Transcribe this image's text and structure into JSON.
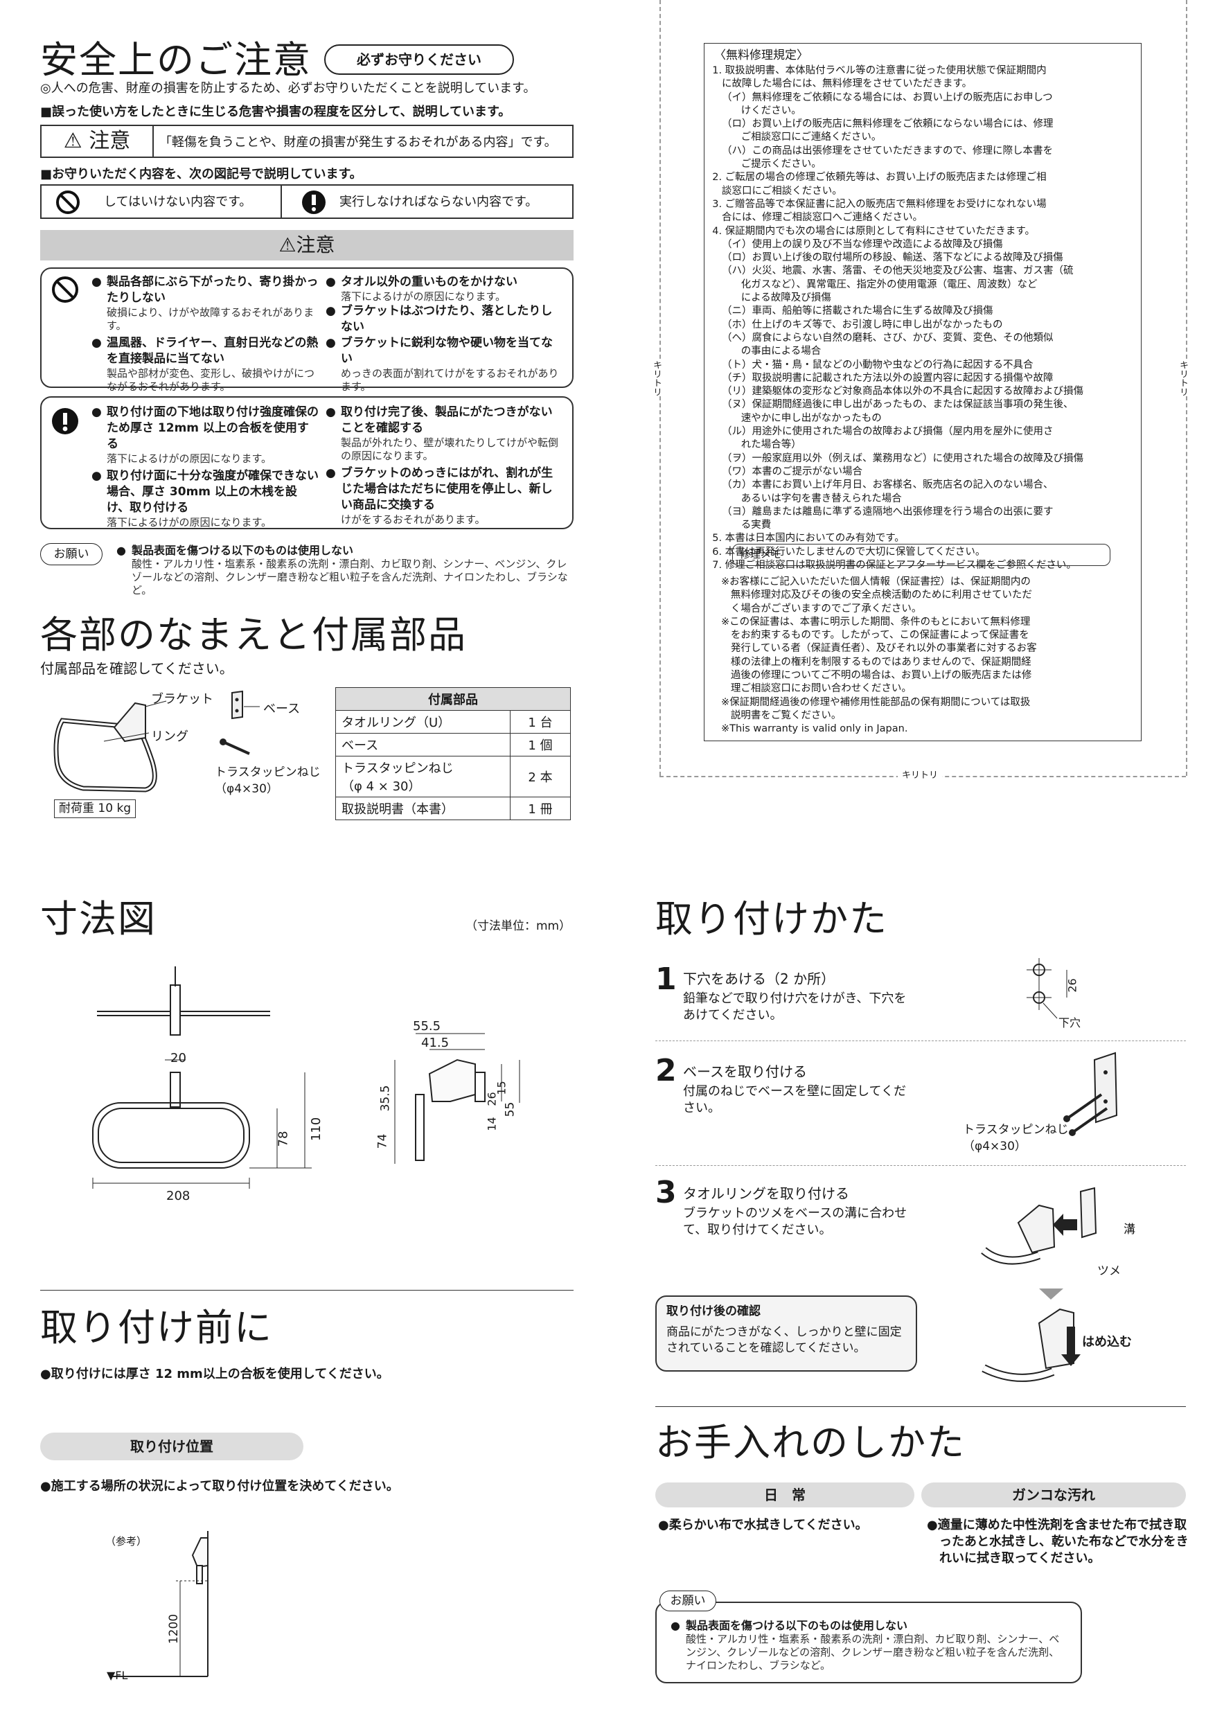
{
  "safety": {
    "title": "安全上のご注意",
    "must_pill": "必ずお守りください",
    "intro1": "◎人への危害、財産の損害を防止するため、必ずお守りいただくことを説明しています。",
    "intro2": "■誤った使い方をしたときに生じる危害や損害の程度を区分して、説明しています。",
    "caution_label": "注意",
    "caution_desc": "「軽傷を負うことや、財産の損害が発生するおそれがある内容」です。",
    "legend_title": "■お守りいただく内容を、次の図記号で説明しています。",
    "legend_prohibit": "してはいけない内容です。",
    "legend_must": "実行しなければならない内容です。",
    "bar_label": "注意",
    "prohibit_items_left": [
      {
        "head": "製品各部にぶら下がったり、寄り掛かったりしない",
        "sub": "破損により、けがや故障するおそれがあります。"
      },
      {
        "head": "温風器、ドライヤー、直射日光などの熱を直接製品に当てない",
        "sub": "製品や部材が変色、変形し、破損やけがにつながるおそれがあります。"
      }
    ],
    "prohibit_items_right": [
      {
        "head": "タオル以外の重いものをかけない",
        "sub": "落下によるけがの原因になります。"
      },
      {
        "head": "ブラケットはぶつけたり、落としたりしない",
        "sub": ""
      },
      {
        "head": "ブラケットに鋭利な物や硬い物を当てない",
        "sub": "めっきの表面が割れてけがをするおそれがあります。"
      }
    ],
    "must_items_left": [
      {
        "head": "取り付け面の下地は取り付け強度確保のため厚さ 12mm 以上の合板を使用する",
        "sub": "落下によるけがの原因になります。"
      },
      {
        "head": "取り付け面に十分な強度が確保できない場合、厚さ 30mm 以上の木桟を設け、取り付ける",
        "sub": "落下によるけがの原因になります。"
      }
    ],
    "must_items_right": [
      {
        "head": "取り付け完了後、製品にがたつきがないことを確認する",
        "sub": "製品が外れたり、壁が壊れたりしてけがや転倒の原因になります。"
      },
      {
        "head": "ブラケットのめっきにはがれ、割れが生じた場合はただちに使用を停止し、新しい商品に交換する",
        "sub": "けがをするおそれがあります。"
      }
    ],
    "onegai_label": "お願い",
    "onegai_head": "製品表面を傷つける以下のものは使用しない",
    "onegai_sub": "酸性・アルカリ性・塩素系・酸素系の洗剤・漂白剤、カビ取り剤、シンナー、ベンジン、クレゾールなどの溶剤、クレンザー磨き粉など粗い粒子を含んだ洗剤、ナイロンたわし、ブラシなど。"
  },
  "parts": {
    "title": "各部のなまえと付属部品",
    "subtitle": "付属部品を確認してください。",
    "label_bracket": "ブラケット",
    "label_ring": "リング",
    "label_base": "ベース",
    "label_screw": "トラスタッピンねじ",
    "label_screw_size": "（φ4×30）",
    "load": "耐荷重 10 kg",
    "table_header": "付属部品",
    "rows": [
      {
        "name": "タオルリング（U）",
        "qty": "1 台"
      },
      {
        "name": "ベース",
        "qty": "1 個"
      },
      {
        "name": "トラスタッピンねじ",
        "name2": "（φ 4 × 30）",
        "qty": "2 本"
      },
      {
        "name": "取扱説明書（本書）",
        "qty": "1 冊"
      }
    ]
  },
  "warranty": {
    "cut_label": "キリトリ",
    "title": "〈無料修理規定〉",
    "lines": [
      "  1. 取扱説明書、本体貼付ラベル等の注意書に従った使用状態で保証期間内",
      "     に故障した場合には、無料修理をさせていただきます。",
      "     （イ）無料修理をご依頼になる場合には、お買い上げの販売店にお申しつ",
      "           けください。",
      "     （ロ）お買い上げの販売店に無料修理をご依頼にならない場合には、修理",
      "           ご相談窓口にご連絡ください。",
      "     （ハ）この商品は出張修理をさせていただきますので、修理に際し本書を",
      "           ご提示ください。",
      "  2. ご転居の場合の修理ご依頼先等は、お買い上げの販売店または修理ご相",
      "     談窓口にご相談ください。",
      "  3. ご贈答品等で本保証書に記入の販売店で無料修理をお受けになれない場",
      "     合には、修理ご相談窓口へご連絡ください。",
      "  4. 保証期間内でも次の場合には原則として有料にさせていただきます。",
      "     （イ）使用上の誤り及び不当な修理や改造による故障及び損傷",
      "     （ロ）お買い上げ後の取付場所の移設、輸送、落下などによる故障及び損傷",
      "     （ハ）火災、地震、水害、落雷、その他天災地変及び公害、塩害、ガス害（硫",
      "           化ガスなど）、異常電圧、指定外の使用電源（電圧、周波数）など",
      "           による故障及び損傷",
      "     （ニ）車両、船舶等に搭載された場合に生ずる故障及び損傷",
      "     （ホ）仕上げのキズ等で、お引渡し時に申し出がなかったもの",
      "     （ヘ）腐食によらない自然の磨耗、さび、かび、変質、変色、その他類似",
      "           の事由による場合",
      "     （ト）犬・猫・鳥・鼠などの小動物や虫などの行為に起因する不具合",
      "     （チ）取扱説明書に記載された方法以外の設置内容に起因する損傷や故障",
      "     （リ）建築躯体の変形など対象商品本体以外の不具合に起因する故障および損傷",
      "     （ヌ）保証期間経過後に申し出があったもの、または保証該当事項の発生後、",
      "           速やかに申し出がなかったもの",
      "     （ル）用途外に使用された場合の故障および損傷（屋内用を屋外に使用さ",
      "           れた場合等）",
      "     （ヲ）一般家庭用以外（例えば、業務用など）に使用された場合の故障及び損傷",
      "     （ワ）本書のご提示がない場合",
      "     （カ）本書にお買い上げ年月日、お客様名、販売店名の記入のない場合、",
      "           あるいは字句を書き替えられた場合",
      "     （ヨ）離島または離島に準ずる遠隔地へ出張修理を行う場合の出張に要す",
      "           る実費",
      "  5. 本書は日本国内においてのみ有効です。",
      "  6. 本書は再発行いたしませんので大切に保管してください。",
      "  7. 修理ご相談窓口は取扱説明書の保証とアフターサービス欄をご参照ください。"
    ],
    "memo_label": "修理メモ",
    "notes": [
      "※お客様にご記入いただいた個人情報（保証書控）は、保証期間内の",
      "   無料修理対応及びその後の安全点検活動のために利用させていただ",
      "   く場合がございますのでご了承ください。",
      "※この保証書は、本書に明示した期間、条件のもとにおいて無料修理",
      "   をお約束するものです。したがって、この保証書によって保証書を",
      "   発行している者（保証責任者）、及びそれ以外の事業者に対するお客",
      "   様の法律上の権利を制限するものではありませんので、保証期間経",
      "   過後の修理についてご不明の場合は、お買い上げの販売店または修",
      "   理ご相談窓口にお問い合わせください。",
      "※保証期間経過後の修理や補修用性能部品の保有期間については取扱",
      "   説明書をご覧ください。",
      "※This warranty is valid only in Japan."
    ]
  },
  "dimensions": {
    "title": "寸法図",
    "unit": "（寸法単位：mm）",
    "d20": "20",
    "d78": "78",
    "d110": "110",
    "d208": "208",
    "d55_5": "55.5",
    "d41_5": "41.5",
    "d35_5": "35.5",
    "d74": "74",
    "d14": "14",
    "d26": "26",
    "d15": "15",
    "d55": "55"
  },
  "before": {
    "title": "取り付け前に",
    "note": "●取り付けには厚さ 12 mm以上の合板を使用してください。",
    "position_bar": "取り付け位置",
    "position_note": "●施工する場所の状況によって取り付け位置を決めてください。",
    "ref": "（参考）",
    "height": "1200",
    "fl": "▼FL"
  },
  "install": {
    "title": "取り付けかた",
    "steps": [
      {
        "num": "1",
        "head": "下穴をあける（2 か所）",
        "body": "鉛筆などで取り付け穴をけがき、下穴をあけてください。",
        "dim": "26",
        "label": "下穴"
      },
      {
        "num": "2",
        "head": "ベースを取り付ける",
        "body": "付属のねじでベースを壁に固定してください。",
        "label": "トラスタッピンねじ",
        "label2": "（φ4×30）"
      },
      {
        "num": "3",
        "head": "タオルリングを取り付ける",
        "body": "ブラケットのツメをベースの溝に合わせて、取り付けてください。",
        "label_groove": "溝",
        "label_claw": "ツメ",
        "label_push": "はめ込む"
      }
    ],
    "check_head": "取り付け後の確認",
    "check_body": "商品にがたつきがなく、しっかりと壁に固定されていることを確認してください。"
  },
  "care": {
    "title": "お手入れのしかた",
    "daily_bar": "日　常",
    "daily": "●柔らかい布で水拭きしてください。",
    "tough_bar": "ガンコな汚れ",
    "tough": "●適量に薄めた中性洗剤を含ませた布で拭き取ったあと水拭きし、乾いた布などで水分をきれいに拭き取ってください。",
    "onegai_label": "お願い",
    "onegai_head": "製品表面を傷つける以下のものは使用しない",
    "onegai_sub": "酸性・アルカリ性・塩素系・酸素系の洗剤・漂白剤、カビ取り剤、シンナー、ベンジン、クレゾールなどの溶剤、クレンザー磨き粉など粗い粒子を含んだ洗剤、ナイロンたわし、ブラシなど。"
  }
}
